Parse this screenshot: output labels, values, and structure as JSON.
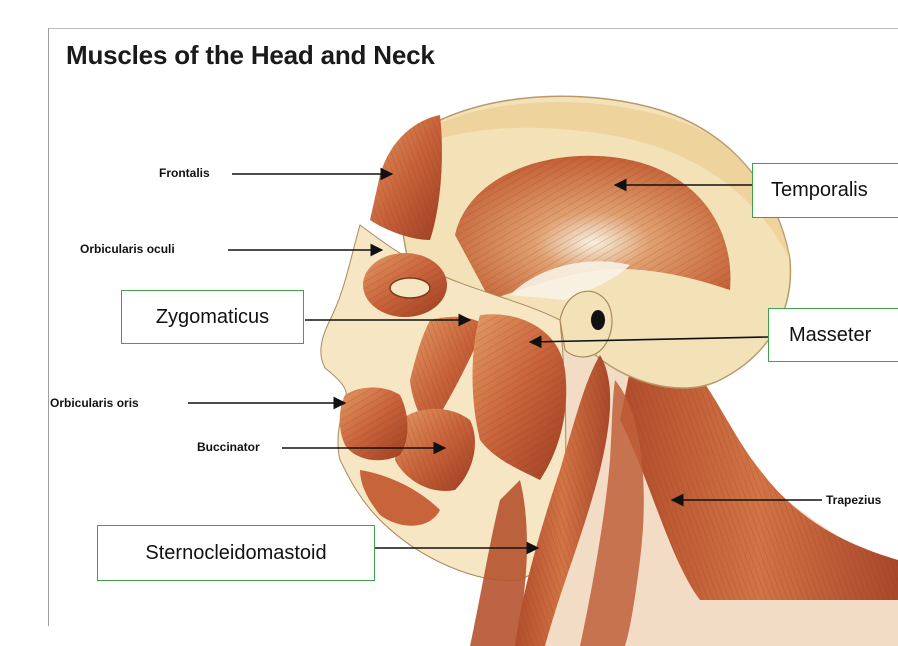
{
  "title": "Muscles of the Head and Neck",
  "small_labels": {
    "frontalis": "Frontalis",
    "orbicularis_oculi": "Orbicularis oculi",
    "orbicularis_oris": "Orbicularis oris",
    "buccinator": "Buccinator",
    "trapezius": "Trapezius"
  },
  "boxed_labels": {
    "temporalis": "Temporalis",
    "zygomaticus": "Zygomaticus",
    "masseter": "Masseter",
    "sternocleidomastoid": "Sternocleidomastoid"
  },
  "colors": {
    "box_border": "#3fa34d",
    "muscle": "#c8643a",
    "skull": "#f3e2b8",
    "skin": "#f6e6c4"
  }
}
